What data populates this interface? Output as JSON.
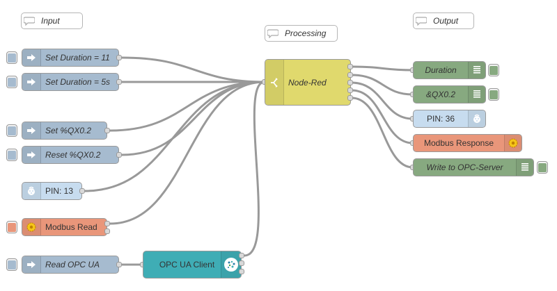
{
  "comments": {
    "input": "Input",
    "processing": "Processing",
    "output": "Output"
  },
  "nodes": {
    "set_duration_11": "Set Duration = 11",
    "set_duration_5s": "Set Duration = 5s",
    "set_qx": "Set %QX0.2",
    "reset_qx": "Reset %QX0.2",
    "pin_13": "PIN: 13",
    "modbus_read": "Modbus Read",
    "read_opc_ua": "Read OPC UA",
    "opc_ua_client": "OPC UA Client",
    "node_red": "Node-Red",
    "duration": "Duration",
    "qx_out": "&QX0.2",
    "pin_36": "PIN: 36",
    "modbus_response": "Modbus Response",
    "write_opc": "Write to OPC-Server"
  },
  "colors": {
    "inject": "#a6bbcf",
    "function": "#e0d96d",
    "debug": "#87a980",
    "rpi": "#c7dcef",
    "modbus": "#e9967a",
    "opcua": "#3fadb5",
    "wire": "#999999"
  },
  "icons": {
    "inject": "arrow-in-icon",
    "function": "switch-icon",
    "debug": "list-icon",
    "rpi": "raspberry-icon",
    "modbus": "gear-icon",
    "opcua": "opcua-logo-icon",
    "comment": "speech-bubble-icon"
  }
}
